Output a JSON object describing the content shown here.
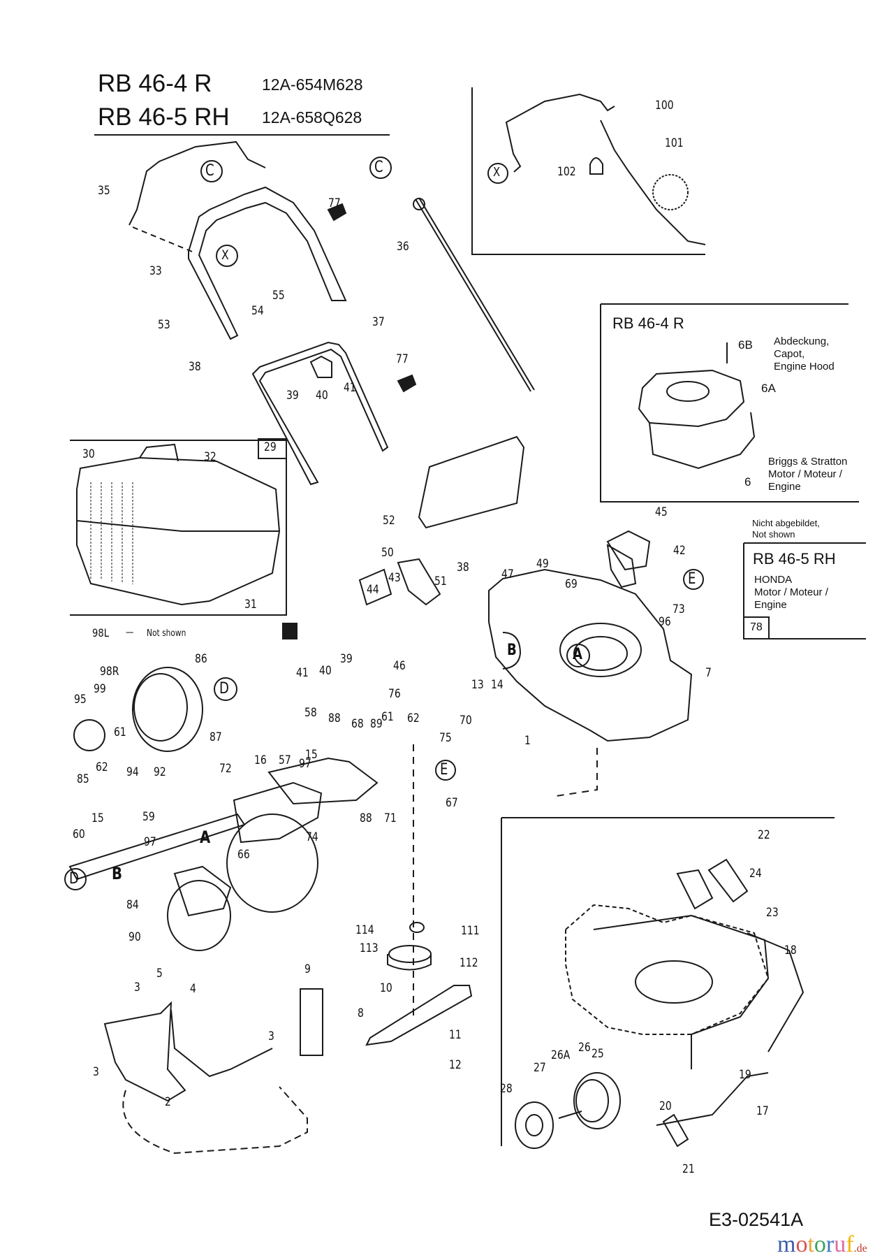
{
  "header": {
    "models": [
      {
        "name": "RB 46-4 R",
        "code": "12A-654M628"
      },
      {
        "name": "RB 46-5 RH",
        "code": "12A-658Q628"
      }
    ]
  },
  "engine_box_b_s": {
    "model": "RB 46-4 R",
    "hood_label": [
      "Abdeckung,",
      "Capot,",
      "Engine Hood"
    ],
    "engine_label": [
      "Briggs & Stratton",
      "Motor / Moteur /",
      "Engine"
    ],
    "parts": [
      "6B",
      "6A",
      "6"
    ]
  },
  "engine_box_honda": {
    "not_shown": [
      "Nicht abgebildet,",
      "Not shown"
    ],
    "model": "RB 46-5 RH",
    "make": "HONDA",
    "engine_label": [
      "Motor / Moteur /",
      "Engine"
    ],
    "part": "78"
  },
  "grass_catcher_box": {
    "part": "29",
    "parts": [
      "30",
      "31",
      "32"
    ]
  },
  "not_shown_note": {
    "part": "98L",
    "dash": "—",
    "text": "Not shown"
  },
  "reference_markers": [
    "C",
    "C",
    "X",
    "X",
    "A",
    "A",
    "B",
    "B",
    "D",
    "D",
    "E",
    "E"
  ],
  "part_labels": [
    "100",
    "101",
    "102",
    "35",
    "77",
    "33",
    "36",
    "55",
    "54",
    "53",
    "38",
    "37",
    "39",
    "40",
    "41",
    "77",
    "52",
    "50",
    "43",
    "44",
    "51",
    "38",
    "47",
    "49",
    "69",
    "45",
    "42",
    "73",
    "96",
    "7",
    "41",
    "40",
    "39",
    "46",
    "13",
    "14",
    "76",
    "1",
    "86",
    "98R",
    "99",
    "95",
    "87",
    "61",
    "62",
    "85",
    "94",
    "92",
    "58",
    "88",
    "68",
    "89",
    "61",
    "62",
    "70",
    "75",
    "67",
    "71",
    "88",
    "16",
    "57",
    "97",
    "15",
    "72",
    "59",
    "74",
    "15",
    "60",
    "97",
    "66",
    "84",
    "90",
    "114",
    "111",
    "113",
    "112",
    "10",
    "8",
    "11",
    "12",
    "9",
    "5",
    "4",
    "3",
    "3",
    "3",
    "2",
    "22",
    "24",
    "23",
    "18",
    "26",
    "25",
    "26A",
    "27",
    "28",
    "19",
    "20",
    "17",
    "21"
  ],
  "drawing_number": "E3-02541A",
  "watermark": {
    "text": "motoruf",
    "tld": ".de",
    "colors": [
      "#3a5fa8",
      "#d9534f",
      "#e8a33b",
      "#3aa35a",
      "#3a78c8",
      "#e06aa0",
      "#f0b400",
      "#e4572e"
    ]
  }
}
